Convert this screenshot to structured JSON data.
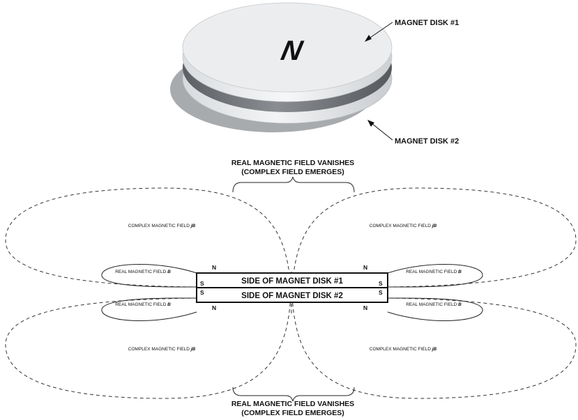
{
  "callouts": {
    "disk1": "MAGNET DISK #1",
    "disk2": "MAGNET DISK #2"
  },
  "disk_letter": "N",
  "vanish_top": {
    "line1": "REAL MAGNETIC FIELD VANISHES",
    "line2": "(COMPLEX FIELD EMERGES)"
  },
  "vanish_bottom": {
    "line1": "REAL MAGNETIC FIELD VANISHES",
    "line2": "(COMPLEX FIELD EMERGES)"
  },
  "fields": {
    "complex_prefix": "COMPLEX MAGNETIC FIELD ",
    "complex_symbol": "jB",
    "real_prefix": "REAL MAGNETIC FIELD ",
    "real_symbol": "B"
  },
  "bar": {
    "top_label": "SIDE OF MAGNET DISK #1",
    "bottom_label": "SIDE OF MAGNET DISK #2"
  },
  "poles": {
    "north": "N",
    "south": "S"
  }
}
